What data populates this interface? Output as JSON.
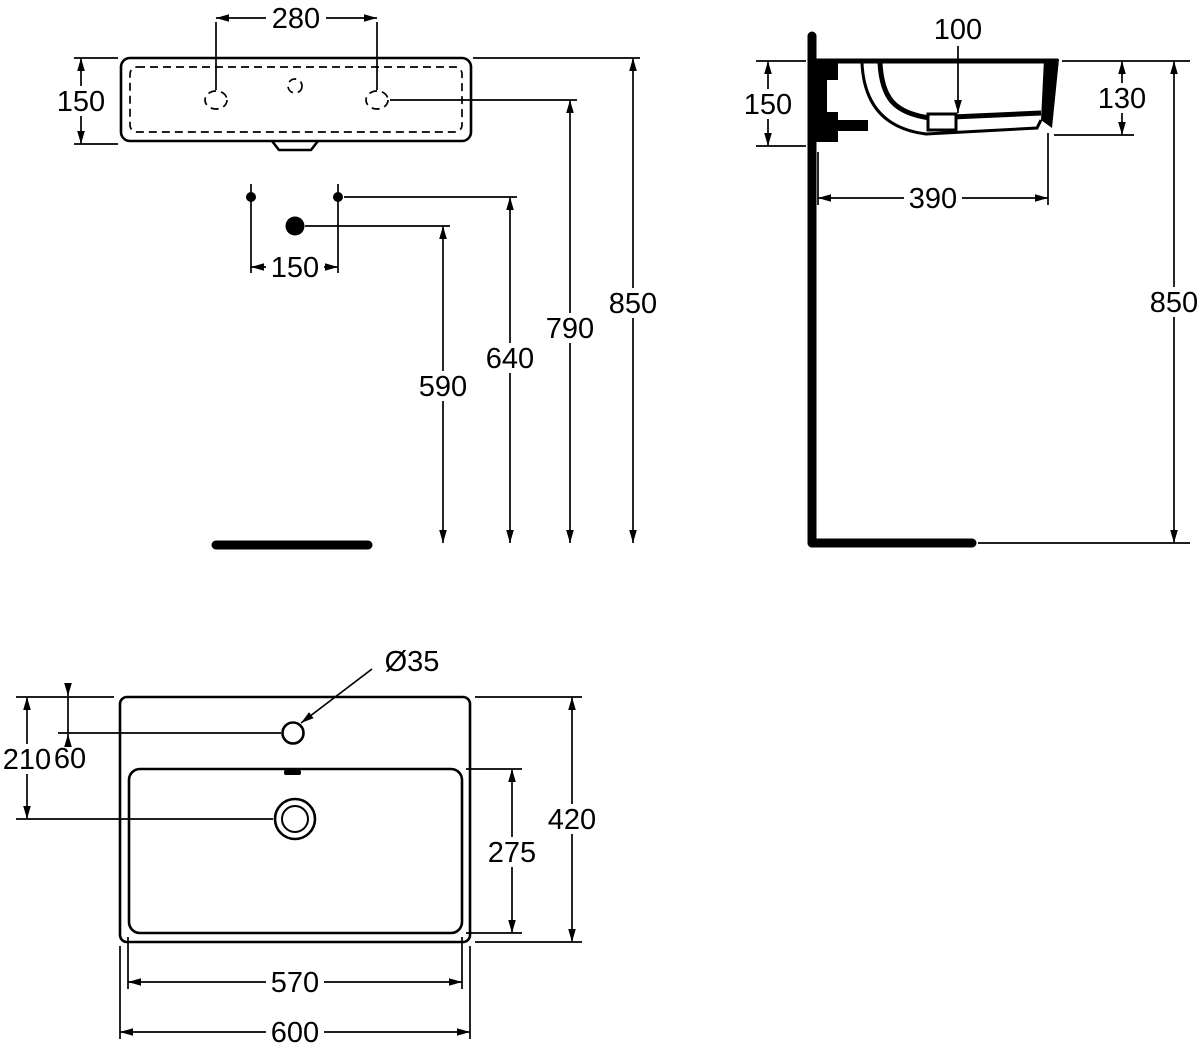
{
  "meta": {
    "drawing_type": "washbasin dimension drawing",
    "line_color": "#000000",
    "background_color": "#ffffff"
  },
  "front_view": {
    "tap_hole_spacing": "280",
    "basin_height": "150",
    "fixing_hole_spacing": "150",
    "drain_height": "590",
    "fixing_hole_height": "640",
    "basin_underside_height": "790",
    "rim_height": "850"
  },
  "side_view": {
    "bowl_inner_depth": "100",
    "basin_height": "150",
    "front_edge_height": "130",
    "basin_depth": "390",
    "rim_height": "850"
  },
  "plan_view": {
    "tap_hole_diameter": "Ø35",
    "drain_center_offset": "210",
    "tap_hole_offset": "60",
    "overall_depth": "420",
    "bowl_depth": "275",
    "bowl_width": "570",
    "overall_width": "600"
  }
}
